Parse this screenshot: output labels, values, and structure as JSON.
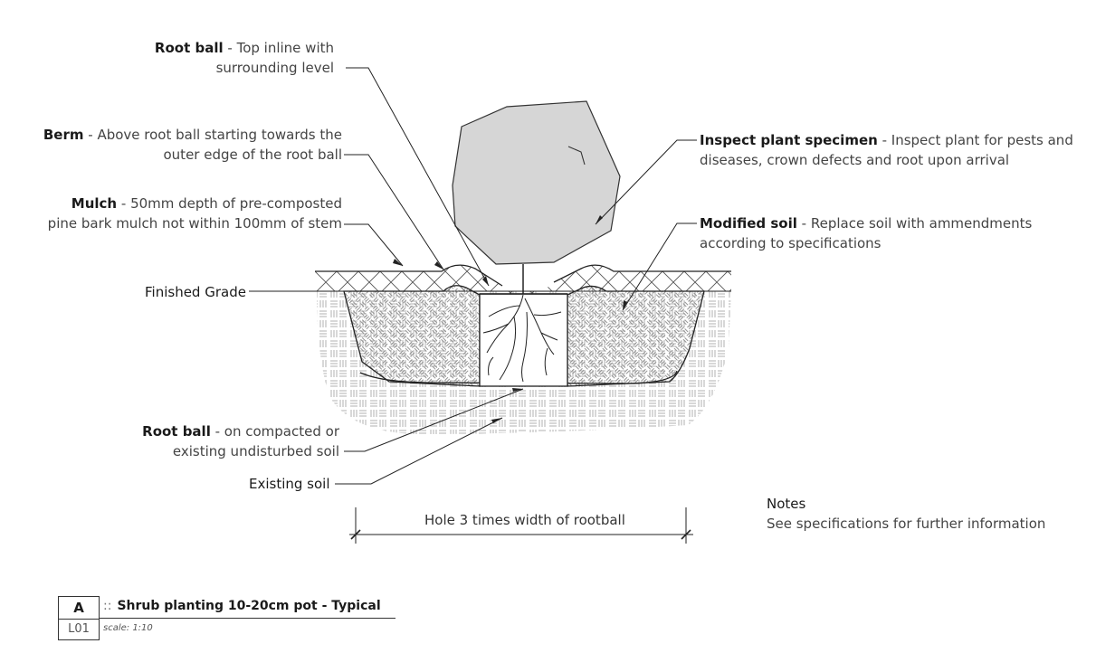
{
  "labels": {
    "root_ball_top": {
      "bold": "Root ball",
      "sep": " - ",
      "line1": "Top inline with",
      "line2": "surrounding level"
    },
    "berm": {
      "bold": "Berm",
      "sep": " - ",
      "line1": "Above root ball starting towards the",
      "line2": "outer edge of the root ball"
    },
    "mulch": {
      "bold": "Mulch",
      "sep": " - ",
      "line1": "50mm depth of pre-composted",
      "line2": "pine bark mulch not within 100mm of stem"
    },
    "finished_grade": {
      "bold": "Finished Grade"
    },
    "root_ball_bottom": {
      "bold": "Root ball",
      "sep": " - ",
      "line1": "on compacted or",
      "line2": "existing undisturbed soil"
    },
    "existing_soil": {
      "bold": "Existing soil"
    },
    "inspect": {
      "bold": "Inspect plant specimen",
      "sep": " - ",
      "line1": "Inspect plant for pests and",
      "line2": "diseases, crown defects and root upon arrival"
    },
    "modified_soil": {
      "bold": "Modified soil",
      "sep": " - ",
      "line1": "Replace soil with ammendments",
      "line2": "according to specifications"
    }
  },
  "dimension": {
    "text": "Hole 3 times width of rootball"
  },
  "notes": {
    "heading": "Notes",
    "text": "See specifications for further information"
  },
  "title_block": {
    "letter": "A",
    "sheet": "L01",
    "separator": "::",
    "title": "Shrub planting 10-20cm pot - Typical",
    "scale": "scale: 1:10"
  }
}
